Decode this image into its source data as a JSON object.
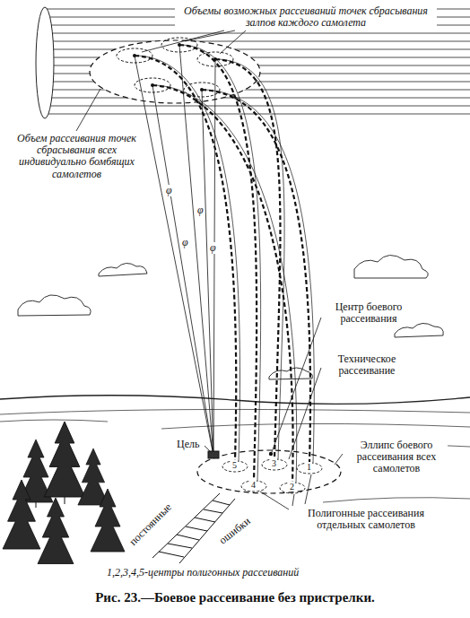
{
  "diagram": {
    "caption": "Рис. 23.—Боевое рассеивание без пристрелки.",
    "labels": [
      "Объемы возможных рассеиваний точек сбрасывания залпов каждого самолета",
      "Объем рассеивания точек сбрасывания всех индивидуально бомбящих самолетов",
      "φ",
      "φ",
      "φ",
      "φ",
      "Центр боевого рассеивания",
      "Техническое рассеивание",
      "Цель",
      "Эллипс боевого рассеивания всех самолетов",
      "5",
      "4",
      "3",
      "2",
      "1",
      "Полигонные рассеивания отдельных самолетов",
      "постоянные",
      "ошибки",
      "1,2,3,4,5-центры полигонных рассеиваний"
    ]
  }
}
